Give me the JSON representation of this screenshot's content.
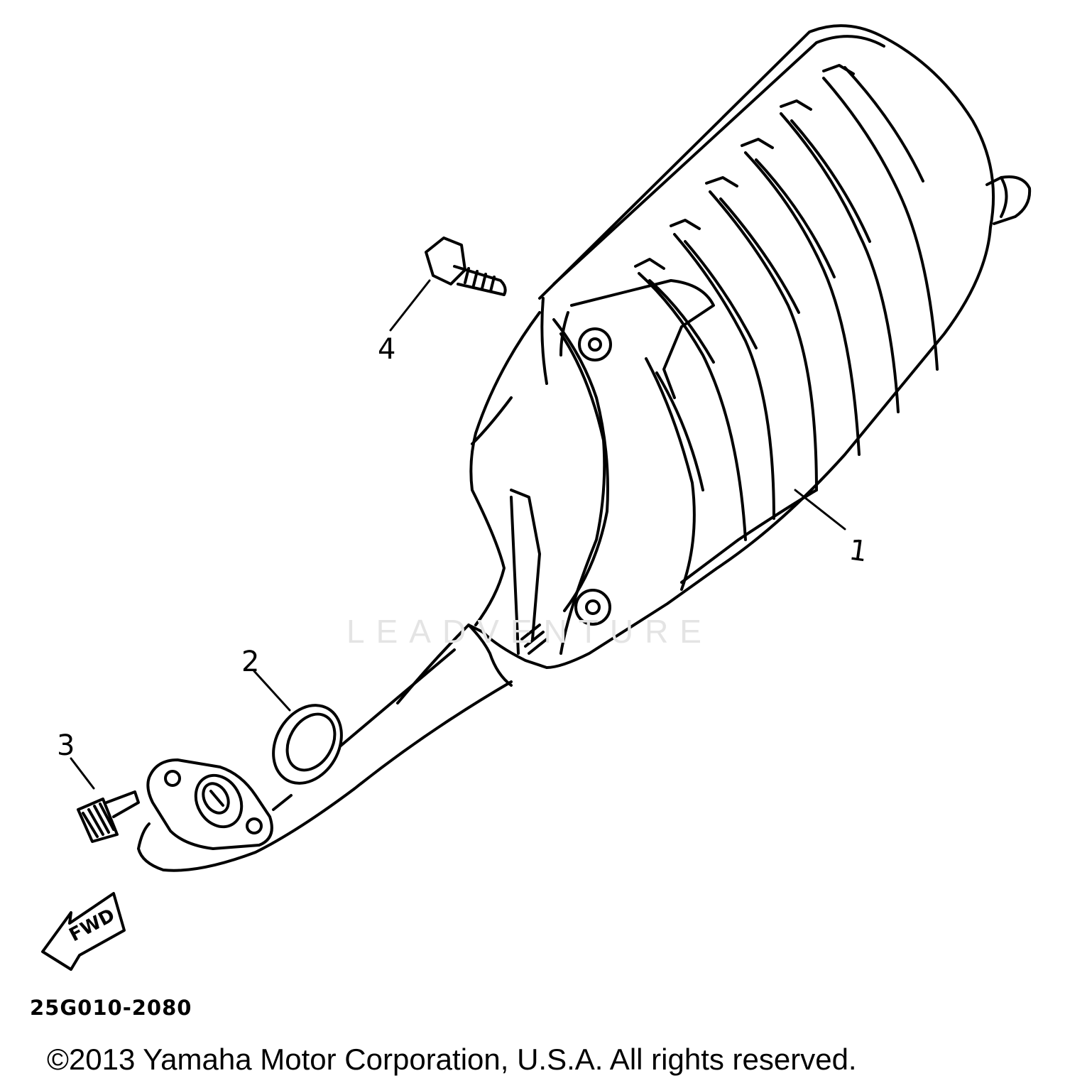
{
  "diagram": {
    "callouts": [
      {
        "id": "1",
        "label": "1"
      },
      {
        "id": "2",
        "label": "2"
      },
      {
        "id": "3",
        "label": "3"
      },
      {
        "id": "4",
        "label": "4"
      }
    ],
    "direction_arrow": {
      "label": "FWD",
      "icon": "fwd-arrow-icon"
    },
    "diagram_code": "25G010-2080",
    "watermark": "LEADVENTURE",
    "copyright": "©2013 Yamaha Motor Corporation, U.S.A. All rights reserved."
  },
  "colors": {
    "line": "#000000",
    "background": "#ffffff",
    "watermark": "#e4e4e4"
  }
}
